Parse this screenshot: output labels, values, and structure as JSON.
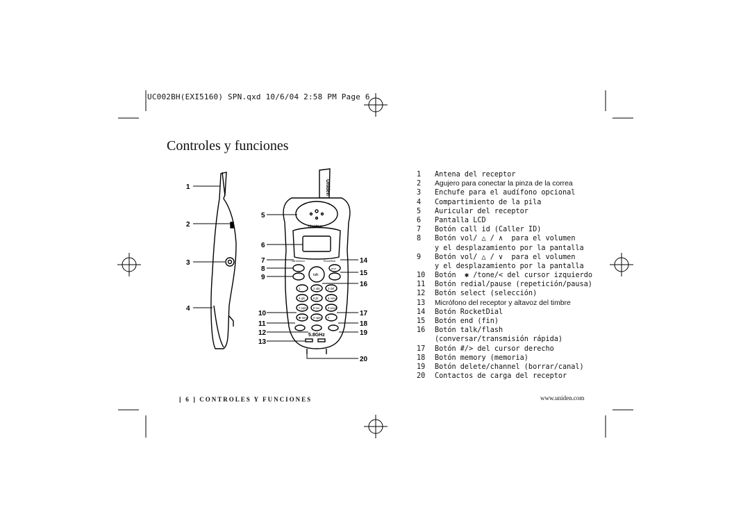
{
  "header": {
    "slug": "UC002BH(EXI5160) SPN.qxd  10/6/04  2:58 PM  Page 6"
  },
  "page_title": "Controles y funciones",
  "parts": [
    {
      "num": "1",
      "text": "Antena del receptor"
    },
    {
      "num": "2",
      "text": "Agujero para conectar la pinza de la correa"
    },
    {
      "num": "3",
      "text": "Enchufe para el audífono opcional"
    },
    {
      "num": "4",
      "text": "Compartimiento de la pila"
    },
    {
      "num": "5",
      "text": "Auricular del receptor"
    },
    {
      "num": "6",
      "text": "Pantalla LCD"
    },
    {
      "num": "7",
      "text": "Botón call id (Caller ID)"
    },
    {
      "num": "8",
      "text_a": "Botón vol/",
      "text_b": "para el volumen",
      "cont": "y el desplazamiento por la pantalla"
    },
    {
      "num": "9",
      "text_a": "Botón vol/",
      "text_b": "para el volumen",
      "cont": "y el desplazamiento por la pantalla"
    },
    {
      "num": "10",
      "text_a": "Botón",
      "text_b": "/tone/",
      "text_c": "del cursor izquierdo"
    },
    {
      "num": "11",
      "text": "Botón redial/pause (repetición/pausa)"
    },
    {
      "num": "12",
      "text": "Botón select (selección)"
    },
    {
      "num": "13",
      "text": "Micrófono del receptor y altavoz del timbre"
    },
    {
      "num": "14",
      "text": "Botón RocketDial"
    },
    {
      "num": "15",
      "text": "Botón end (fin)"
    },
    {
      "num": "16",
      "text": "Botón talk/flash",
      "cont": "(conversar/transmisión rápida)"
    },
    {
      "num": "17",
      "text_a": "Botón #/",
      "text_b": "del cursor derecho"
    },
    {
      "num": "18",
      "text": "Botón memory (memoria)"
    },
    {
      "num": "19",
      "text": "Botón delete/channel (borrar/canal)"
    },
    {
      "num": "20",
      "text": "Contactos de carga del receptor"
    }
  ],
  "figure": {
    "callouts": [
      "1",
      "2",
      "3",
      "4",
      "5",
      "6",
      "7",
      "8",
      "9",
      "10",
      "11",
      "12",
      "13",
      "14",
      "15",
      "16",
      "17",
      "18",
      "19",
      "20"
    ],
    "brand": "Uniden",
    "band": "5.8GHz",
    "keys": [
      "1",
      "2 abc",
      "3 def",
      "4 ghi",
      "5 jkl",
      "6 mno",
      "7 pqrs",
      "8 tuv",
      "9 wxyz",
      "✱ tone",
      "0 oper",
      "#"
    ],
    "talk_label": "talk",
    "end_label": "end",
    "callid_label": "call id/menu",
    "rocket_label": "RocketDial"
  },
  "footer": {
    "left": "[ 6 ]   CONTROLES Y FUNCIONES",
    "right": "www.uniden.com"
  }
}
